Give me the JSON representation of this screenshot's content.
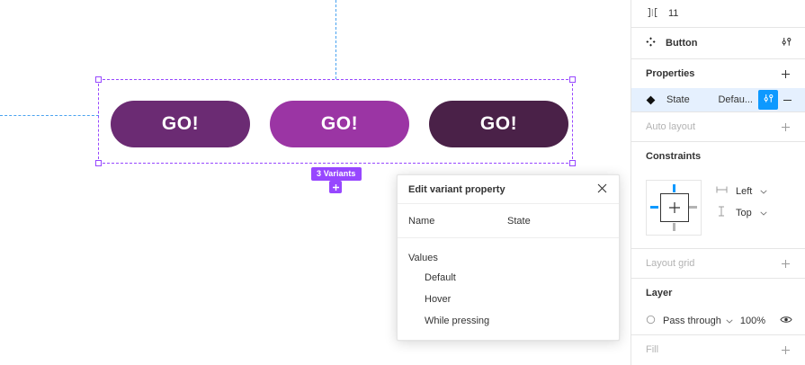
{
  "canvas": {
    "variants_badge": "3 Variants",
    "add_variant_icon": "plus-icon",
    "buttons": [
      {
        "label": "GO!",
        "color": "#6b2b73",
        "state": "Default"
      },
      {
        "label": "GO!",
        "color": "#9b35a4",
        "state": "Hover"
      },
      {
        "label": "GO!",
        "color": "#4a2148",
        "state": "While pressing"
      }
    ],
    "selection_color": "#9747ff",
    "guide_color": "#4aa3f0"
  },
  "modal": {
    "title": "Edit variant property",
    "close_icon": "close-icon",
    "name_label": "Name",
    "name_value": "State",
    "values_label": "Values",
    "values": [
      "Default",
      "Hover",
      "While pressing"
    ]
  },
  "right_panel": {
    "gap": {
      "icon": "horizontal-gap-icon",
      "value": "11"
    },
    "component": {
      "icon": "component-icon",
      "name": "Button",
      "variants_icon": "variants-icon"
    },
    "properties": {
      "title": "Properties",
      "add_icon": "plus-icon",
      "rows": [
        {
          "icon": "variant-property-icon",
          "name": "State",
          "value": "Defau...",
          "edit_icon": "variants-icon",
          "remove_icon": "minus-icon",
          "selected": true
        }
      ]
    },
    "auto_layout": {
      "title": "Auto layout",
      "add_icon": "plus-icon"
    },
    "constraints": {
      "title": "Constraints",
      "horizontal": "Left",
      "vertical": "Top",
      "horizontal_icon": "horizontal-constraint-icon",
      "vertical_icon": "vertical-constraint-icon",
      "active_color": "#0d99ff",
      "inactive_color": "#b3b3b3"
    },
    "layout_grid": {
      "title": "Layout grid",
      "add_icon": "plus-icon"
    },
    "layer": {
      "title": "Layer",
      "blend_icon": "blend-mode-icon",
      "blend_mode": "Pass through",
      "opacity": "100%",
      "visibility_icon": "eye-icon"
    },
    "fill": {
      "title": "Fill",
      "add_icon": "plus-icon"
    }
  }
}
